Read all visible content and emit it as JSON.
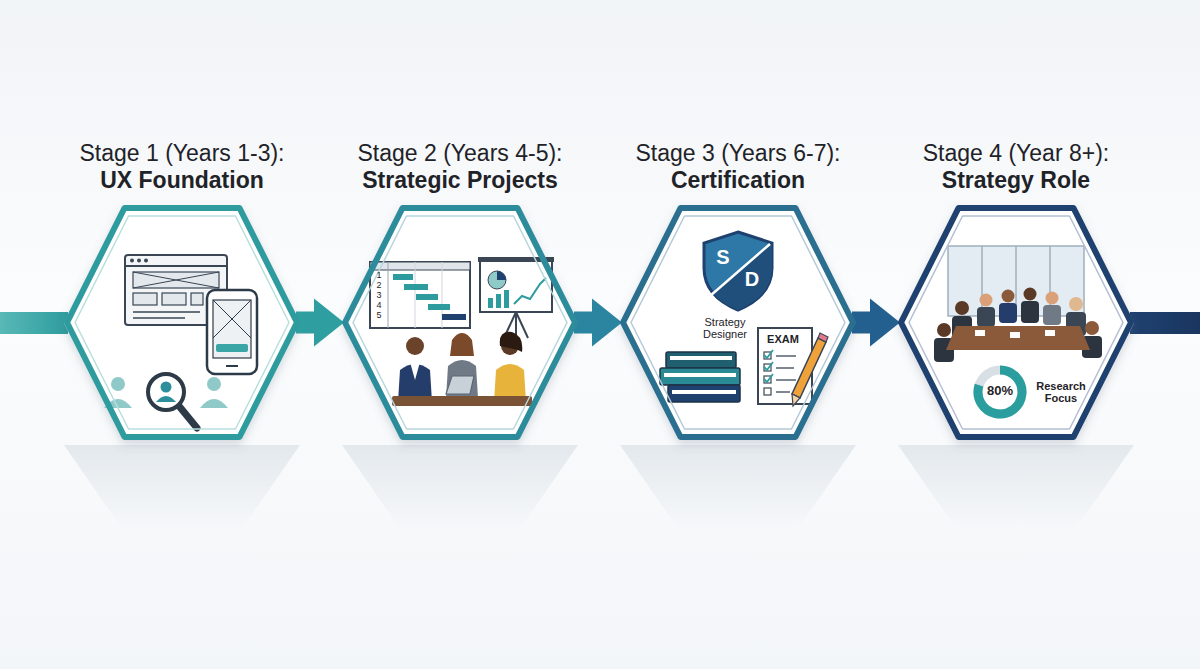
{
  "diagram": {
    "nodes": [
      {
        "text": [
          "Stage 1 (Years 1-3):",
          "UX Foundation"
        ]
      },
      {
        "text": [
          "Stage 2 (Years 4-5):",
          "Strategic Projects"
        ]
      },
      {
        "text": [
          "Stage 3 (Years 6-7):",
          "Certification"
        ]
      },
      {
        "text": [
          "Stage 4 (Year 8+):",
          "Strategy Role"
        ]
      }
    ],
    "edges": [
      {
        "from": 0,
        "to": 1,
        "arrow": "to"
      },
      {
        "from": 1,
        "to": 2,
        "arrow": "to"
      },
      {
        "from": 2,
        "to": 3,
        "arrow": "to"
      }
    ],
    "labels": [
      "1",
      "2",
      "3",
      "4",
      "5",
      "S",
      "D",
      "Strategy Designer",
      "EXAM",
      "80%",
      "Research Focus"
    ]
  }
}
